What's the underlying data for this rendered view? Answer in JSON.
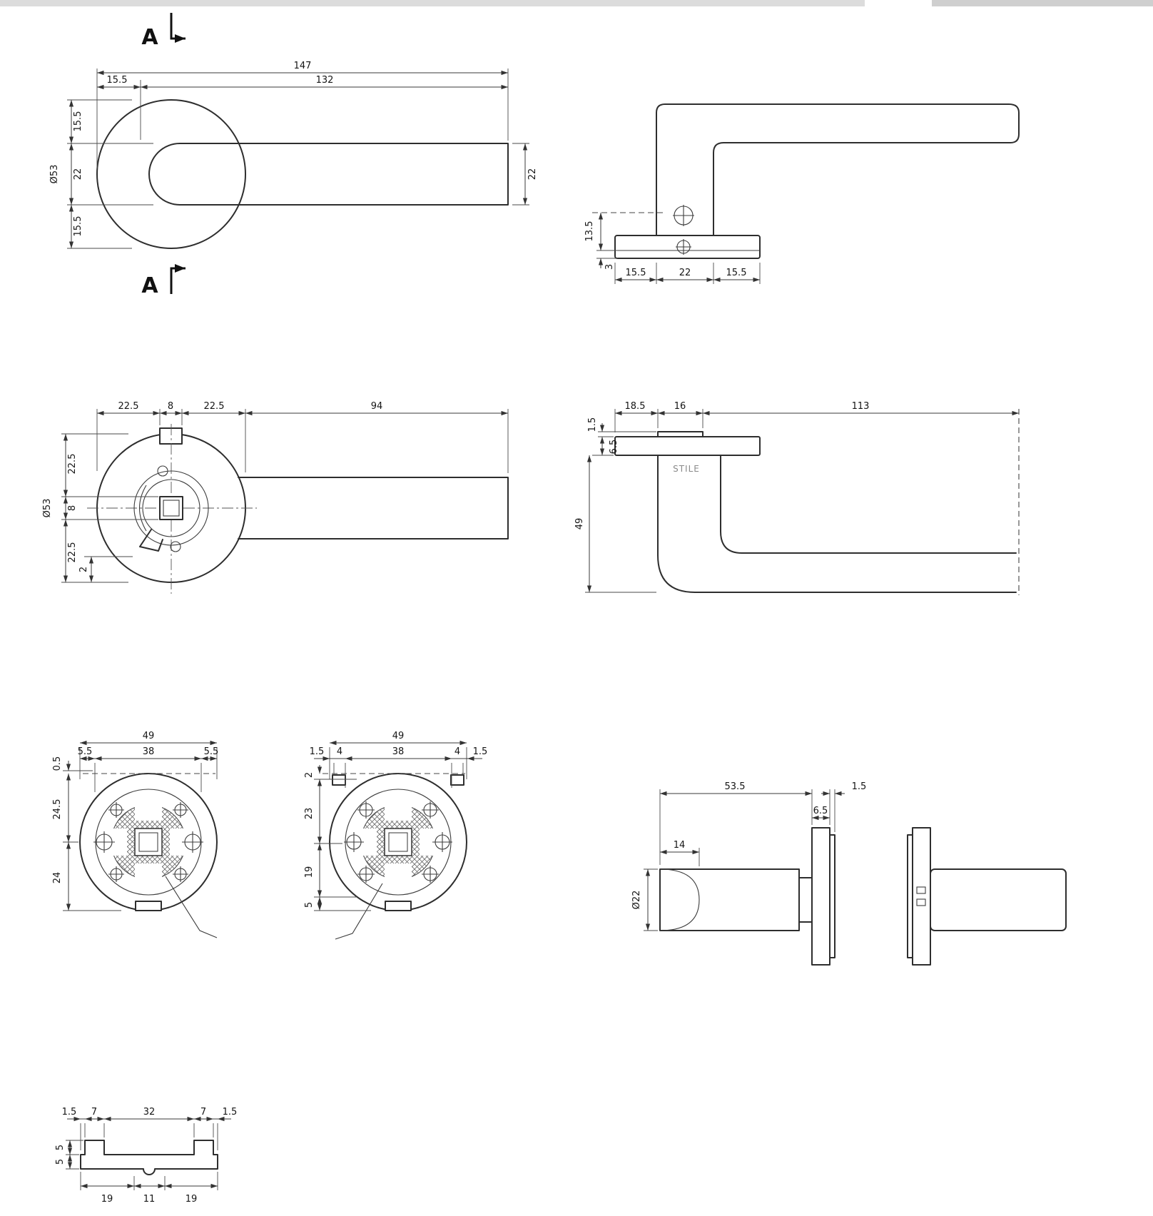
{
  "drawing": {
    "background": "#ffffff",
    "line_color": "#2e2e2e",
    "strip_gray": "#d9d9d9"
  },
  "section": {
    "a_top": "A",
    "a_bottom": "A"
  },
  "v1": {
    "d147": "147",
    "d132": "132",
    "d15_5_top": "15.5",
    "dia53": "Ø53",
    "d15_5_a": "15.5",
    "d22_l": "22",
    "d15_5_b": "15.5",
    "d22_r": "22"
  },
  "v2": {
    "d13_5": "13.5",
    "d3": "3",
    "d15_5_l": "15.5",
    "d22": "22",
    "d15_5_r": "15.5"
  },
  "v3": {
    "d22_5_a": "22.5",
    "d8_t": "8",
    "d22_5_b": "22.5",
    "d94": "94",
    "dia53": "Ø53",
    "d22_5_c": "22.5",
    "d8_l": "8",
    "d22_5_d": "22.5",
    "d2": "2"
  },
  "v4": {
    "d18_5": "18.5",
    "d16": "16",
    "d113": "113",
    "d1_5": "1.5",
    "d6_5": "6.5",
    "d49": "49",
    "stile": "STILE"
  },
  "v5": {
    "d49": "49",
    "d5_5_l": "5.5",
    "d38": "38",
    "d5_5_r": "5.5",
    "d0_5": "0.5",
    "d24_5": "24.5",
    "d24": "24"
  },
  "v6": {
    "d49": "49",
    "d1_5_l": "1.5",
    "d4_l": "4",
    "d38": "38",
    "d4_r": "4",
    "d1_5_r": "1.5",
    "d2": "2",
    "d23": "23",
    "d19": "19",
    "d5": "5"
  },
  "v7": {
    "d53_5": "53.5",
    "d1_5": "1.5",
    "d6_5": "6.5",
    "d14": "14",
    "dia22": "Ø22"
  },
  "v8": {
    "d1_5_l": "1.5",
    "d7_l": "7",
    "d32": "32",
    "d7_r": "7",
    "d1_5_r": "1.5",
    "d5_a": "5",
    "d5_b": "5",
    "d19_l": "19",
    "d11": "11",
    "d19_r": "19"
  }
}
